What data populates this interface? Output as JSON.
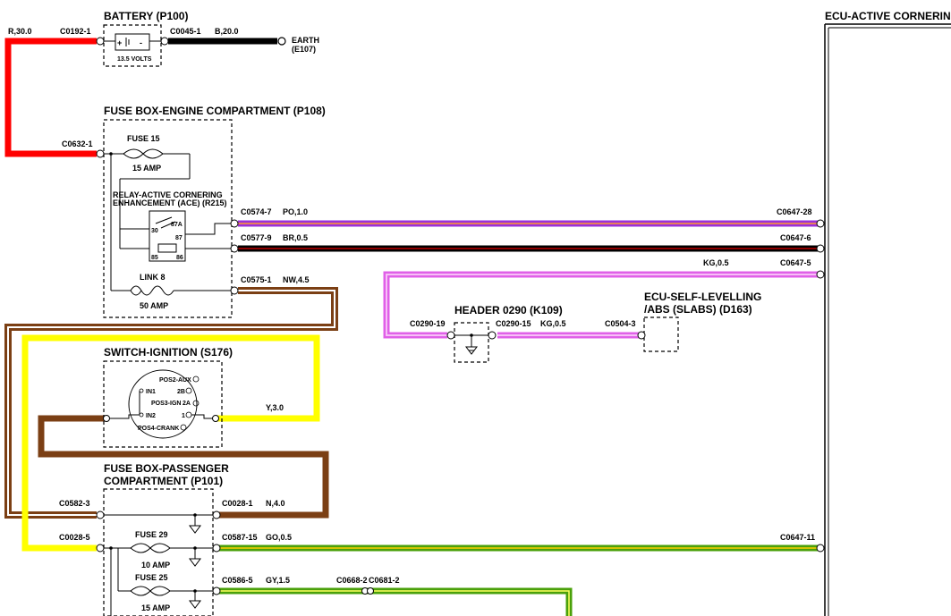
{
  "components": {
    "battery": {
      "title": "BATTERY (P100)",
      "voltage": "13.5 VOLTS",
      "plus": "+",
      "minus": "-"
    },
    "earth": {
      "title": "EARTH",
      "code": "(E107)"
    },
    "ecu_active": {
      "title": "ECU-ACTIVE CORNERING"
    },
    "fusebox_engine": {
      "title": "FUSE BOX-ENGINE COMPARTMENT (P108)"
    },
    "fuse15": {
      "title": "FUSE 15",
      "rating": "15 AMP"
    },
    "relay": {
      "title1": "RELAY-ACTIVE CORNERING",
      "title2": "ENHANCEMENT (ACE) (R215)",
      "p87a": "87A",
      "p30": "30",
      "p87": "87",
      "p85": "85",
      "p86": "86"
    },
    "link8": {
      "title": "LINK 8",
      "rating": "50 AMP"
    },
    "header0290": {
      "title": "HEADER 0290 (K109)"
    },
    "ecu_slabs": {
      "title1": "ECU-SELF-LEVELLING",
      "title2": "/ABS (SLABS) (D163)"
    },
    "switch": {
      "title": "SWITCH-IGNITION (S176)",
      "pos2aux": "POS2-AUX",
      "in1": "IN1",
      "p2b": "2B",
      "pos3ign": "POS3-IGN",
      "p2a": "2A",
      "in2": "IN2",
      "p1": "1",
      "pos4crank": "POS4-CRANK"
    },
    "fusebox_pass": {
      "title1": "FUSE BOX-PASSENGER",
      "title2": "COMPARTMENT (P101)"
    },
    "fuse29": {
      "title": "FUSE 29",
      "rating": "10 AMP"
    },
    "fuse25": {
      "title": "FUSE 25",
      "rating": "15 AMP"
    }
  },
  "connectors": {
    "c0192_1": "C0192-1",
    "c0045_1": "C0045-1",
    "c0632_1": "C0632-1",
    "c0574_7": "C0574-7",
    "c0577_9": "C0577-9",
    "c0575_1": "C0575-1",
    "c0647_28": "C0647-28",
    "c0647_6": "C0647-6",
    "c0647_5": "C0647-5",
    "c0647_11": "C0647-11",
    "c0290_19": "C0290-19",
    "c0290_15": "C0290-15",
    "c0504_3": "C0504-3",
    "c0582_3": "C0582-3",
    "c0028_1": "C0028-1",
    "c0028_5": "C0028-5",
    "c0587_15": "C0587-15",
    "c0586_5": "C0586-5",
    "c0668_2": "C0668-2",
    "c0681_2": "C0681-2"
  },
  "wires": {
    "r_30": {
      "label": "R,30.0",
      "color": "#ff0000"
    },
    "b_20": {
      "label": "B,20.0",
      "color": "#000000"
    },
    "po_1": {
      "label": "PO,1.0",
      "color": "#9b30d9",
      "stripe": "#ff9a30"
    },
    "br_05": {
      "label": "BR,0.5",
      "color": "#000000",
      "stripe": "#c00000"
    },
    "kg_05": {
      "label": "KG,0.5",
      "color": "#e060e8",
      "stripe": "#f7c0f7"
    },
    "kg_05b": {
      "label": "KG,0.5"
    },
    "nw_45": {
      "label": "NW,4.5",
      "color": "#7b3f14",
      "stripe": "#ffffff"
    },
    "y_30": {
      "label": "Y,3.0",
      "color": "#ffff00"
    },
    "n_40": {
      "label": "N,4.0",
      "color": "#7b3f14"
    },
    "go_05": {
      "label": "GO,0.5",
      "color": "#4aa00a",
      "stripe": "#ffd000"
    },
    "gy_15": {
      "label": "GY,1.5",
      "color": "#4aa00a",
      "stripe": "#ffff60"
    }
  }
}
